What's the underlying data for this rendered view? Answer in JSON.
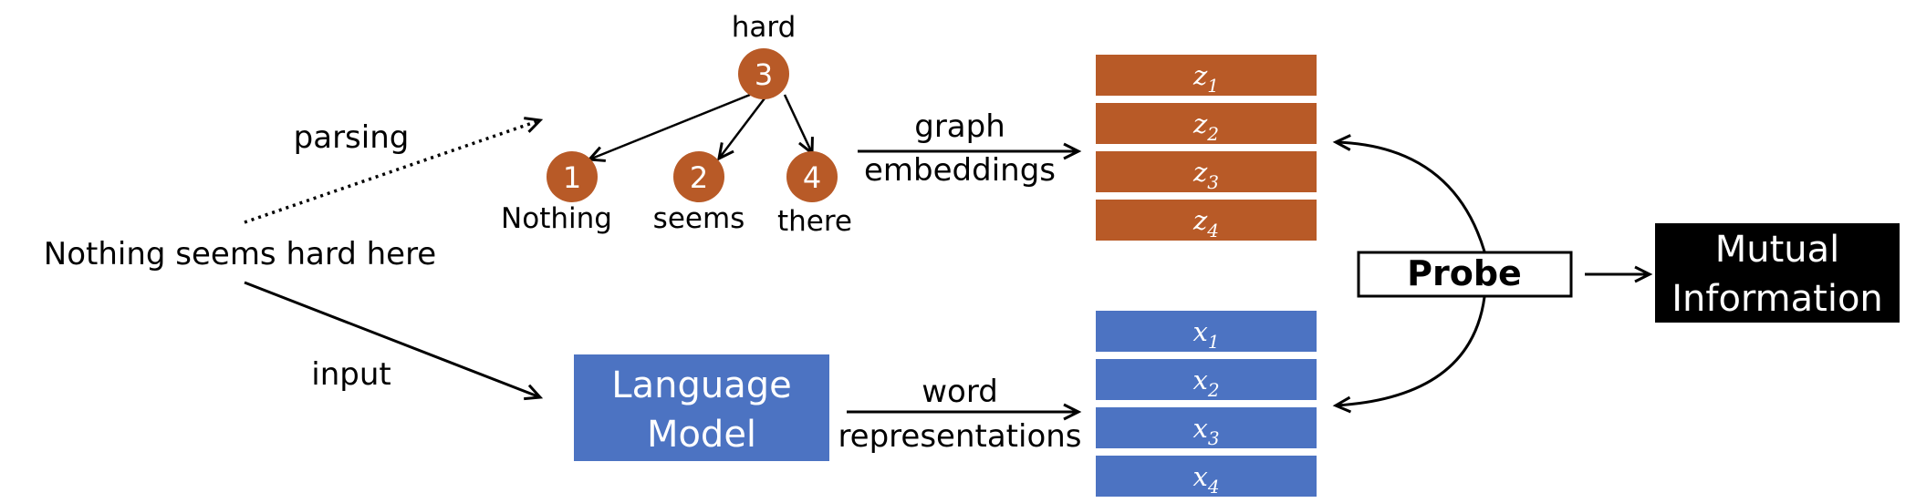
{
  "sentence": "Nothing seems hard here",
  "edges": {
    "parsing": "parsing",
    "input": "input"
  },
  "tree": {
    "root": {
      "index": "3",
      "word": "hard"
    },
    "children": [
      {
        "index": "1",
        "word": "Nothing"
      },
      {
        "index": "2",
        "word": "seems"
      },
      {
        "index": "4",
        "word": "there"
      }
    ]
  },
  "graph_embeddings": {
    "label_line1": "graph",
    "label_line2": "embeddings",
    "symbol": "z",
    "subscripts": [
      "1",
      "2",
      "3",
      "4"
    ]
  },
  "language_model": {
    "line1": "Language",
    "line2": "Model"
  },
  "word_representations": {
    "label_line1": "word",
    "label_line2": "representations",
    "symbol": "x",
    "subscripts": [
      "1",
      "2",
      "3",
      "4"
    ]
  },
  "probe": {
    "label": "Probe"
  },
  "mutual_information": {
    "line1": "Mutual",
    "line2": "Information"
  },
  "colors": {
    "orange": "#B85A27",
    "blue": "#4C73C2",
    "black": "#000000",
    "white": "#FFFFFF"
  }
}
